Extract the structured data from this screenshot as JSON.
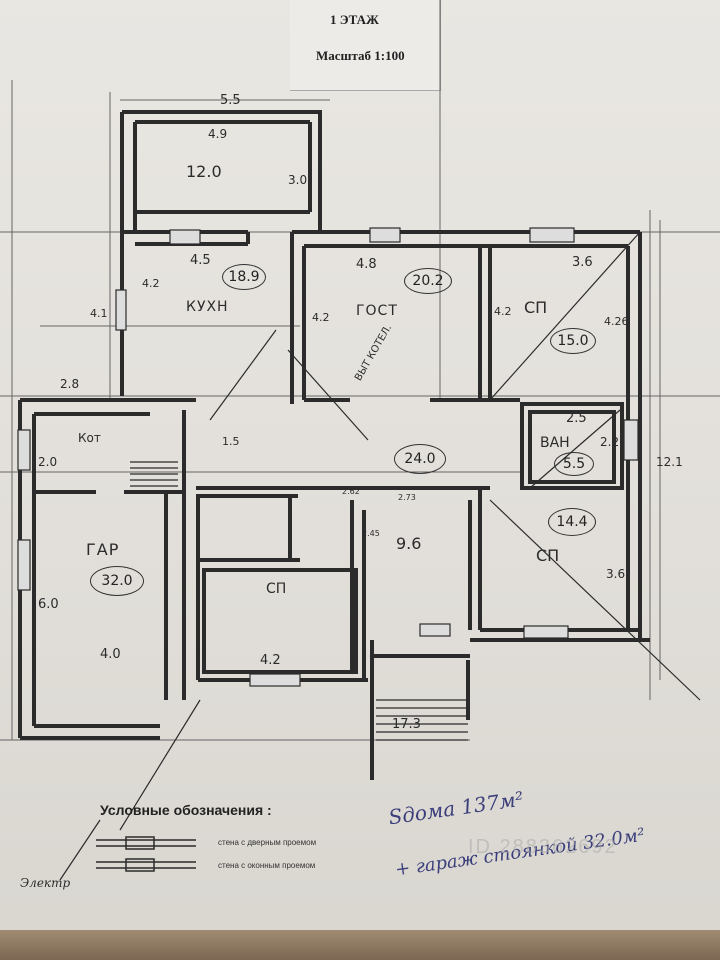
{
  "header": {
    "floor": "1 ЭТАЖ",
    "scale": "Масштаб 1:100"
  },
  "dimensions": {
    "top_width": "5.5",
    "top_inner": "4.9",
    "top_depth": "3.0",
    "kitchen_w": "4.5",
    "kitchen_h": "4.2",
    "kitchen_side": "4.1",
    "living_w": "4.8",
    "living_h": "4.2",
    "bed1_w": "3.6",
    "bed1_h": "4.2",
    "bed1_side": "4.26",
    "bath_w": "2.5",
    "bath_h": "2.2",
    "left_offset": "2.8",
    "boiler_h": "2.0",
    "garage_h": "6.0",
    "garage_w": "4.0",
    "bed3_w": "4.2",
    "bed4_h": "3.6",
    "right_total": "12.1",
    "stair_w": "17.3",
    "small_a": "2.62",
    "small_b": "2.73",
    "small_c": "2.45",
    "bath2": "1.5"
  },
  "rooms": {
    "top": {
      "area": "12.0"
    },
    "kitchen": {
      "name": "КУХН",
      "area": "18.9"
    },
    "living": {
      "name": "ГОСТ",
      "area": "20.2"
    },
    "bed1": {
      "name": "СП",
      "area": "15.0"
    },
    "bath": {
      "name": "ВАН",
      "area": "5.5"
    },
    "hall": {
      "area": "24.0"
    },
    "boiler": {
      "name": "Кот"
    },
    "garage": {
      "name": "ГАР",
      "area": "32.0"
    },
    "bed3": {
      "name": "СП"
    },
    "storage": {
      "area": "9.6"
    },
    "bed4": {
      "name": "СП",
      "area": "14.4"
    },
    "boiler_note": "ВЫТ КОТЕЛ."
  },
  "legend": {
    "title": "Условные обозначения :",
    "door": "стена с дверным проемом",
    "window": "стена с оконным проемом"
  },
  "handwritten": {
    "house_area": "Sдома 137м²",
    "garage_area": "+ гараж стоянкой 32.0м²",
    "electric": "Электр"
  },
  "watermark": "ID 288362692",
  "colors": {
    "ink": "#2b2b2b",
    "pen": "#3a3e7a",
    "paper": "#e6e3de"
  }
}
